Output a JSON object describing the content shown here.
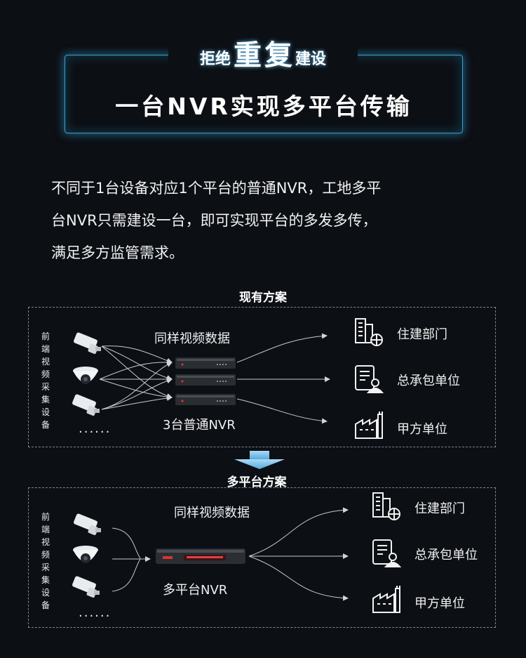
{
  "header": {
    "tag_left": "拒绝",
    "tag_big1": "重",
    "tag_big2": "复",
    "tag_right": "建设",
    "headline": "一台NVR实现多平台传输"
  },
  "intro": {
    "line1": "不同于1台设备对应1个平台的普通NVR，工地多平",
    "line2": "台NVR只需建设一台，即可实现平台的多发多传，",
    "line3": "满足多方监管需求。"
  },
  "current": {
    "title": "现有方案",
    "side_label": [
      "前",
      "端",
      "视",
      "频",
      "采",
      "集",
      "设",
      "备"
    ],
    "data_label": "同样视频数据",
    "nvr_label": "3台普通NVR",
    "dots": "......",
    "targets": [
      "住建部门",
      "总承包单位",
      "甲方单位"
    ]
  },
  "multi": {
    "title": "多平台方案",
    "side_label": [
      "前",
      "端",
      "视",
      "频",
      "采",
      "集",
      "设",
      "备"
    ],
    "data_label": "同样视频数据",
    "nvr_label": "多平台NVR",
    "dots": "......",
    "targets": [
      "住建部门",
      "总承包单位",
      "甲方单位"
    ]
  },
  "icons": [
    "building-icon",
    "document-user-icon",
    "factory-icon",
    "bullet-camera-icon",
    "dome-camera-icon",
    "nvr-device-icon",
    "down-arrow-icon"
  ],
  "colors": {
    "frame_glow": "#3ea0c8",
    "arrow_blue": "#7ec8f0",
    "background": "#0c0f14"
  }
}
